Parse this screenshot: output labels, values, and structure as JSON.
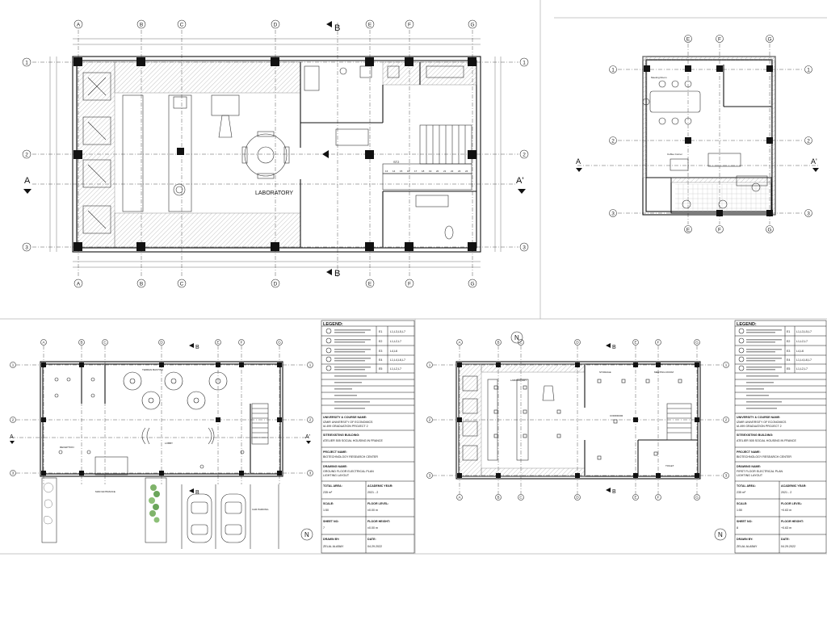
{
  "grid_labels": {
    "main_cols": [
      "A",
      "B",
      "C",
      "D",
      "E",
      "F",
      "G"
    ],
    "main_rows": [
      "1",
      "2",
      "3"
    ],
    "small_cols": [
      "E",
      "F",
      "G"
    ],
    "small_rows": [
      "1",
      "2",
      "3"
    ]
  },
  "section_markers": {
    "b": "B",
    "a": "A",
    "a_prime": "A'"
  },
  "plan_ground_large": {
    "room_laboratory": "LABORATORY",
    "stairs_label": "ST2",
    "stair_numbers_top": [
      "13",
      "14",
      "15",
      "16",
      "17",
      "18",
      "19",
      "20",
      "21",
      "22",
      "23",
      "24"
    ],
    "stair_numbers_side": [
      "12",
      "11",
      "10",
      "9",
      "8",
      "7",
      "6",
      "5",
      "4",
      "3",
      "2",
      "1"
    ]
  },
  "plan_first_small": {
    "room_meeting": "Meeting Room",
    "room_coffee": "Coffee Corner"
  },
  "plan_ground_elec": {
    "room_reception": "RECEPTION",
    "room_lobby": "LOBBY",
    "room_main_entrance": "MAIN ENTRANCE",
    "room_car_parking": "CAR PARKING",
    "room_top": "TERRAN BASTINA"
  },
  "plan_first_elec": {
    "room_laboratory": "LABORATORY",
    "room_corridor": "CORRIDOR",
    "room_toilet": "TOILET",
    "room_storage": "STORAGE",
    "room_meeting": "MEETING ROOM"
  },
  "legend_1": {
    "title": "LEGEND:",
    "codes": [
      "E1",
      "E2",
      "E3",
      "E4",
      "E5"
    ],
    "circuits": [
      "L1,L3,L5,L7",
      "L1,L2,L7",
      "L4,L6",
      "L1,L4,L6,L7",
      "L1,L2,L7"
    ],
    "university_label": "UNIVERSITY & COURSE NAME:",
    "university_value": "IZMIR UNIVERSITY OF ECONOMICS",
    "course_value": "IA 499 GRADUATION PROJECT 2",
    "site_label": "SITE/EXISTING BUILDING:",
    "site_value": "ATELIER 505 SOCIAL HOUSING IN FRANCE",
    "project_label": "PROJECT NAME:",
    "project_value": "BIOTECHNOLOGY RESEARCH CENTER",
    "drawing_label": "DRAWING NAME:",
    "drawing_value_1": "GROUND FLOOR ELECTRICAL PLAN",
    "drawing_value_2": "LIGHTING LAYOUT",
    "total_area_label": "TOTAL AREA:",
    "total_area_value": "235 m²",
    "academic_label": "ACADEMIC YEAR:",
    "academic_value": "2021 - 2",
    "scale_label": "SCALE:",
    "scale_value": "1:50",
    "floor_level_label": "FLOOR LEVEL:",
    "floor_level_value": "±0.00 m",
    "sheet_label": "SHEET NO:",
    "sheet_value": "7",
    "floor_height_label": "FLOOR HEIGHT:",
    "floor_height_value": "±0.00 m",
    "drawn_label": "DRAWN BY:",
    "drawn_value": "ZELAL ALABAY",
    "date_label": "DATE:",
    "date_value": "04.29.2022"
  },
  "legend_2": {
    "title": "LEGEND:",
    "codes": [
      "E1",
      "E2",
      "E3",
      "E4",
      "E5"
    ],
    "circuits": [
      "L1,L3,L5,L7",
      "L1,L2,L7",
      "L4,L6",
      "L1,L4,L6,L7",
      "L1,L2,L7"
    ],
    "university_label": "UNIVERSITY & COURSE NAME:",
    "university_value": "IZMIR UNIVERSITY OF ECONOMICS",
    "course_value": "IA 499 GRADUATION PROJECT 2",
    "site_label": "SITE/EXISTING BUILDING:",
    "site_value": "ATELIER 505 SOCIAL HOUSING IN FRANCE",
    "project_label": "PROJECT NAME:",
    "project_value": "BIOTECHNOLOGY RESEARCH CENTER",
    "drawing_label": "DRAWING NAME:",
    "drawing_value_1": "FIRST FLOOR ELECTRICAL PLAN",
    "drawing_value_2": "LIGHTING LAYOUT",
    "total_area_label": "TOTAL AREA:",
    "total_area_value": "235 m²",
    "academic_label": "ACADEMIC YEAR:",
    "academic_value": "2021 - 2",
    "scale_label": "SCALE:",
    "scale_value": "1:50",
    "floor_level_label": "FLOOR LEVEL:",
    "floor_level_value": "+0.63 m",
    "sheet_label": "SHEET NO:",
    "sheet_value": "8",
    "floor_height_label": "FLOOR HEIGHT:",
    "floor_height_value": "+0.63 m",
    "drawn_label": "DRAWN BY:",
    "drawn_value": "ZELAL ALABAY",
    "date_label": "DATE:",
    "date_value": "04.29.2022"
  },
  "north_letter": "N"
}
